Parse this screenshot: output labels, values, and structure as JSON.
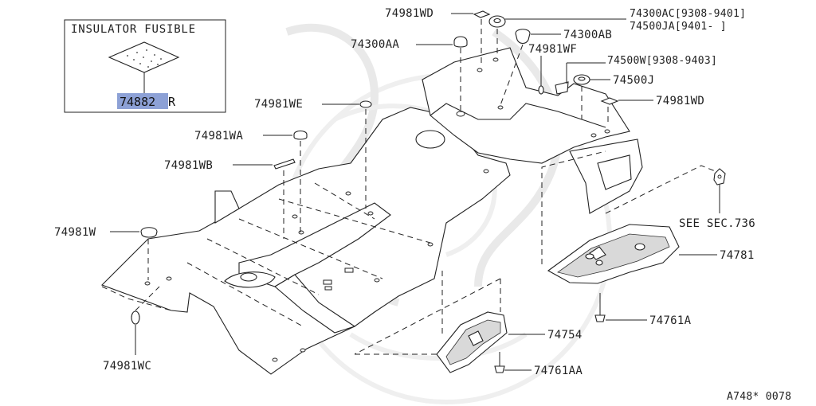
{
  "inset": {
    "title": "INSULATOR FUSIBLE",
    "part_number_highlight": "74882",
    "part_number_suffix": "R"
  },
  "callouts": {
    "wd_top": "74981WD",
    "ac": "74300AC[9308-9401]",
    "ja": "74500JA[9401-      ]",
    "aa": "74300AA",
    "ab": "74300AB",
    "wf": "74981WF",
    "w_range": "74500W[9308-9403]",
    "j": "74500J",
    "wd_right": "74981WD",
    "we": "74981WE",
    "wa": "74981WA",
    "wb": "74981WB",
    "see_sec": "SEE SEC.736",
    "w": "74981W",
    "p74781": "74781",
    "p74761a": "74761A",
    "p74754": "74754",
    "wc": "74981WC",
    "p74761aa": "74761AA"
  },
  "footer": {
    "diagram_code": "A748* 0078"
  },
  "colors": {
    "highlight": "#8da1d6",
    "line": "#222222",
    "watermark": "#e9e9e9"
  }
}
